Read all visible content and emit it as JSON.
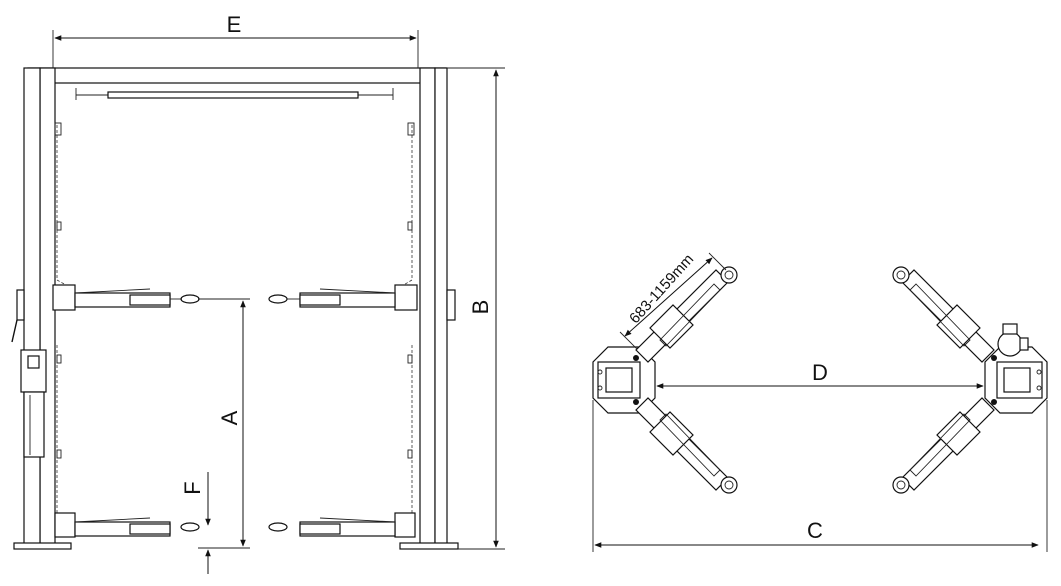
{
  "labels": {
    "width_overall": "E",
    "height_overall": "B",
    "lift_height": "A",
    "min_height": "F",
    "base_width": "C",
    "drive_through": "D",
    "arm_length": "683-1159mm"
  },
  "colors": {
    "line": "#111111",
    "background": "#ffffff"
  }
}
